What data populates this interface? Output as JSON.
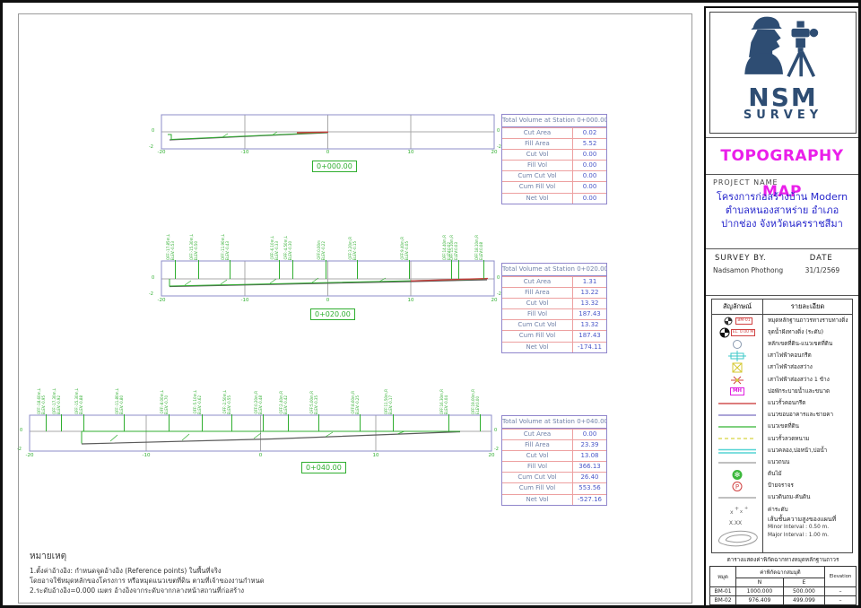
{
  "sections": [
    {
      "station": "0+000.00",
      "x_ticks": [
        "-20",
        "-10",
        "0",
        "10",
        "20"
      ],
      "y_zero": "0",
      "y_bottom": "-2",
      "annotations": []
    },
    {
      "station": "0+020.00",
      "x_ticks": [
        "-20",
        "-10",
        "0",
        "10",
        "20"
      ],
      "y_zero": "0",
      "y_bottom": "-2",
      "annotations": [
        {
          "x": 192,
          "off": "OFF:-17.85m,L",
          "elev": "ELEV:-0.53"
        },
        {
          "x": 218,
          "off": "OFF:-15.30m,L",
          "elev": "ELEV:-0.50"
        },
        {
          "x": 253,
          "off": "OFF:-11.90m,L",
          "elev": "ELEV:-0.43"
        },
        {
          "x": 308,
          "off": "OFF:-6.10m,L",
          "elev": "ELEV:-0.33"
        },
        {
          "x": 323,
          "off": "OFF:-4.50m,L",
          "elev": "ELEV:-0.30"
        },
        {
          "x": 360,
          "off": "OFF:0.00m",
          "elev": "ELEV:-0.22"
        },
        {
          "x": 395,
          "off": "OFF:3.20m,R",
          "elev": "ELEV:-0.15"
        },
        {
          "x": 453,
          "off": "OFF:9.40m,R",
          "elev": "ELEV:-0.05"
        },
        {
          "x": 500,
          "off": "OFF:14.40m,R",
          "elev": "ELEV:0.02"
        },
        {
          "x": 508,
          "off": "OFF:15.10m,R",
          "elev": "ELEV:0.03"
        },
        {
          "x": 536,
          "off": "OFF:18.10m,R",
          "elev": "ELEV:0.08"
        }
      ]
    },
    {
      "station": "0+040.00",
      "x_ticks": [
        "-20",
        "-10",
        "0",
        "10",
        "20"
      ],
      "y_zero": "0",
      "y_bottom": "-2",
      "annotations": [
        {
          "x": 48,
          "off": "OFF:-18.60m,L",
          "elev": "ELEV:-0.95"
        },
        {
          "x": 65,
          "off": "OFF:-17.30m,L",
          "elev": "ELEV:-0.92"
        },
        {
          "x": 90,
          "off": "OFF:-15.30m,L",
          "elev": "ELEV:-0.88"
        },
        {
          "x": 135,
          "off": "OFF:-11.80m,L",
          "elev": "ELEV:-0.80"
        },
        {
          "x": 185,
          "off": "OFF:-8.00m,L",
          "elev": "ELEV:-0.70"
        },
        {
          "x": 222,
          "off": "OFF:-5.10m,L",
          "elev": "ELEV:-0.62"
        },
        {
          "x": 255,
          "off": "OFF:-2.50m,L",
          "elev": "ELEV:-0.55"
        },
        {
          "x": 290,
          "off": "OFF:0.20m,R",
          "elev": "ELEV:-0.48"
        },
        {
          "x": 318,
          "off": "OFF:2.40m,R",
          "elev": "ELEV:-0.42"
        },
        {
          "x": 352,
          "off": "OFF:5.00m,R",
          "elev": "ELEV:-0.35"
        },
        {
          "x": 398,
          "off": "OFF:8.60m,R",
          "elev": "ELEV:-0.25"
        },
        {
          "x": 435,
          "off": "OFF:11.50m,R",
          "elev": "ELEV:-0.17"
        },
        {
          "x": 497,
          "off": "OFF:16.30m,R",
          "elev": "ELEV:-0.04"
        },
        {
          "x": 532,
          "off": "OFF:19.00m,R",
          "elev": "ELEV:0.00"
        }
      ]
    }
  ],
  "volume_tables": {
    "row_labels": [
      "Cut Area",
      "Fill Area",
      "Cut Vol",
      "Fill Vol",
      "Cum Cut Vol",
      "Cum Fill Vol",
      "Net Vol"
    ],
    "tables": [
      {
        "title": "Total Volume at Station 0+000.00",
        "values": [
          "0.02",
          "5.52",
          "0.00",
          "0.00",
          "0.00",
          "0.00",
          "0.00"
        ]
      },
      {
        "title": "Total Volume at Station 0+020.00",
        "values": [
          "1.31",
          "13.22",
          "13.32",
          "187.43",
          "13.32",
          "187.43",
          "-174.11"
        ]
      },
      {
        "title": "Total Volume at Station 0+040.00",
        "values": [
          "0.00",
          "23.39",
          "13.08",
          "366.13",
          "26.40",
          "553.56",
          "-527.16"
        ]
      }
    ]
  },
  "title_block": {
    "logo": {
      "name": "NSM",
      "subname": "SURVEY",
      "color": "#2e4d73"
    },
    "map_title": "TOPOGRAPHY MAP",
    "map_title_color": "#ea1fea",
    "project_label": "PROJECT NAME",
    "project_lines": [
      "โครงการก่อสร้างบ้าน Modern",
      "ตำบลหนองสาหร่าย อำเภอ",
      "ปากช่อง จังหวัดนครราชสีมา"
    ],
    "survey_by_label": "SURVEY  BY.",
    "date_label": "DATE",
    "surveyor": "Nadsamon Phothong",
    "survey_date": "31/1/2569",
    "legend": {
      "symbol_header": "สัญลักษณ์",
      "detail_header": "รายละเอียด",
      "rows": [
        {
          "symbol": "bm",
          "tag": "BM-01",
          "label": "หมุดหลักฐานถาวรทางราบทางดิ่ง"
        },
        {
          "symbol": "el",
          "tag": "EL. 0.00 M",
          "label": "จุดน้ำฝังทางดิ่ง (ระดับ)"
        },
        {
          "symbol": "circle",
          "label": "หลักเขตที่ดิน-แนวเขตที่ดิน"
        },
        {
          "symbol": "pole",
          "label": "เสาไฟฟ้าคอนกรีต"
        },
        {
          "symbol": "light",
          "label": "เสาไฟฟ้าส่องสว่าง"
        },
        {
          "symbol": "light1",
          "label": "เสาไฟฟ้าส่องสว่าง 1 ข้าง"
        },
        {
          "symbol": "mh",
          "tag": "MH",
          "label": "บ่อพักระบายน้ำและขนาด"
        },
        {
          "symbol": "line-red",
          "label": "แนวรั้วคอนกรีต"
        },
        {
          "symbol": "line-purple",
          "label": "แนวขอบอาคารและชายคา"
        },
        {
          "symbol": "line-green",
          "label": "แนวเขตที่ดิน"
        },
        {
          "symbol": "line-yellow",
          "label": "แนวรั้วลวดหนาม"
        },
        {
          "symbol": "line-cyan",
          "label": "แนวคลอง,บ่อหน้า,บ่อน้ำ"
        },
        {
          "symbol": "line-gray",
          "label": "แนวถนน"
        },
        {
          "symbol": "tree",
          "label": "ต้นไม้"
        },
        {
          "symbol": "sign",
          "label": "ป้ายจราจร"
        },
        {
          "symbol": "line-gray",
          "label": "แนวดินถม-คันดิน"
        },
        {
          "symbol": "elev",
          "label": "ค่าระดับ"
        },
        {
          "symbol": "contour",
          "tag": "X.XX",
          "label": "เส้นชั้นความสูงของแผนที่",
          "minor": "Minor Interval : 0.50 m.",
          "major": "Major Interval : 1.00 m."
        }
      ]
    },
    "coord_table": {
      "title": "ตารางแสดงค่าพิกัดฉากทางหมุดหลักฐานถาวร",
      "col_point": "หมุด",
      "col_coords": "ค่าพิกัดฉากสมมุติ",
      "col_n": "N",
      "col_e": "E",
      "col_elev": "Elevation",
      "rows": [
        [
          "BM-01",
          "1000.000",
          "500.000",
          "–"
        ],
        [
          "BM-02",
          "976.409",
          "499.099",
          "–"
        ]
      ]
    }
  },
  "notes": {
    "title": "หมายเหตุ",
    "lines": [
      "1.ตั้งค่าอ้างอิง: กำหนดจุดอ้างอิง (Reference points) ในพื้นที่จริง",
      "โดยอาจใช้หมุดหลักของโครงการ หรือหมุดแนวเขตที่ดิน ตามที่เจ้าของงานกำหนด",
      "2.ระดับอ้างอิง=0.000 เมตร อ้างอิงจากระดับจากกลางหน้าสถานที่ก่อสร้าง"
    ]
  }
}
